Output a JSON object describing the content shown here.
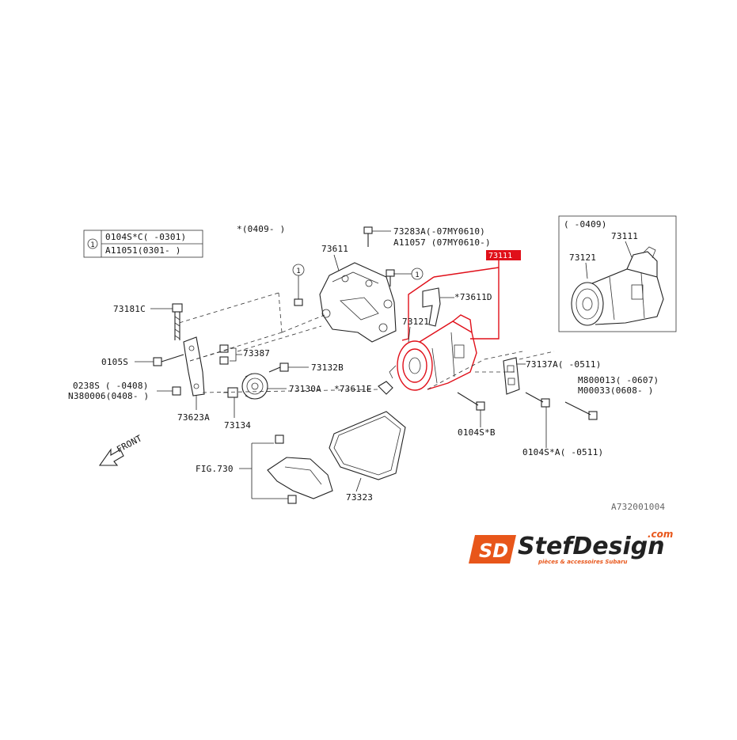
{
  "legend_table": {
    "marker": "1",
    "rows": [
      "0104S*C( -0301)",
      "A11051(0301- )"
    ]
  },
  "inset": {
    "title": "( -0409)",
    "labels": [
      "73111",
      "73121"
    ]
  },
  "highlight": {
    "part": "73111",
    "color": "#e0101a"
  },
  "labels": {
    "asterisk_0409": "*(0409- )",
    "p73611": "73611",
    "p73283a": "73283A(-07MY0610)",
    "a11057": "A11057 (07MY0610-)",
    "p73111": "73111",
    "p73611d": "*73611D",
    "p73121": "73121",
    "p73181c": "73181C",
    "p0105s": "0105S",
    "p73387": "73387",
    "p73132b": "73132B",
    "p0238s": "0238S  ( -0408)",
    "n380006": "N380006(0408- )",
    "p73130a": "73130A",
    "p73611e": "*73611E",
    "p73623a": "73623A",
    "p73134": "73134",
    "p73137a": "73137A( -0511)",
    "m800013": "M800013( -0607)",
    "m00033": "M00033(0608- )",
    "p0104sb": "0104S*B",
    "p0104sa": "0104S*A( -0511)",
    "front": "FRONT",
    "fig730": "FIG.730",
    "p73323": "73323",
    "circle_marker": "1",
    "diagram_code": "A732001004"
  },
  "logo": {
    "mark": "SD",
    "brand": "StefDesign",
    "domain": ".com",
    "tagline": "pièces & accessoires Subaru",
    "brand_color": "#e8561a"
  }
}
